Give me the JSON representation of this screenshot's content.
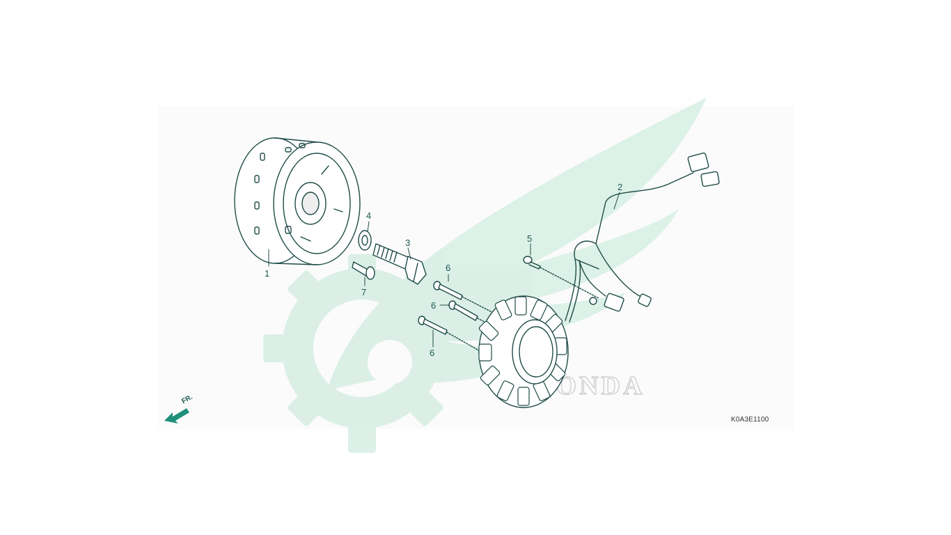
{
  "diagram_code": "K0A3E1100",
  "front_indicator": "FR.",
  "brand_watermark": "HONDA",
  "callouts": {
    "c1": "1",
    "c2": "2",
    "c3": "3",
    "c4": "4",
    "c5": "5",
    "c6a": "6",
    "c6b": "6",
    "c6c": "6",
    "c7": "7"
  },
  "colors": {
    "line": "#1e4b47",
    "watermark": "#cfe9dd",
    "panel": "#fbfbfb"
  }
}
